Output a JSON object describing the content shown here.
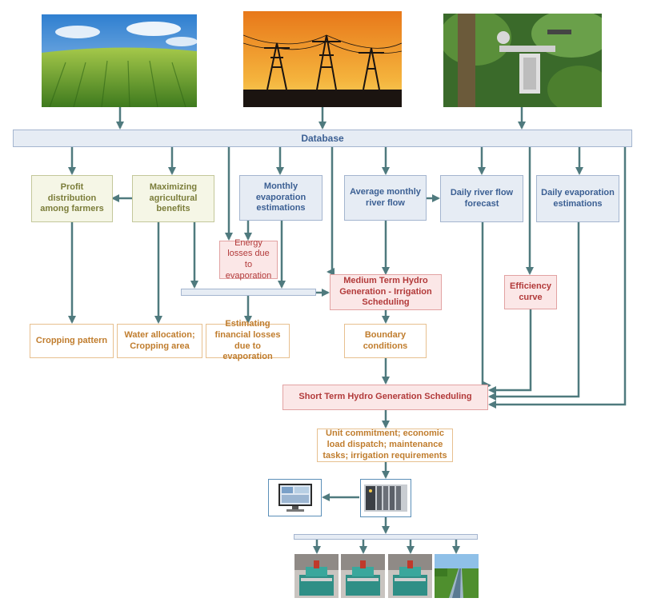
{
  "database": "Database",
  "nodes": {
    "profit": "Profit distribution among farmers",
    "maximizing": "Maximizing agricultural benefits",
    "monthly_evap": "Monthly evaporation estimations",
    "avg_monthly_flow": "Average monthly river flow",
    "daily_flow_forecast": "Daily river flow forecast",
    "daily_evap": "Daily evaporation estimations",
    "energy_losses": "Energy losses due to evaporation",
    "medium_term": "Medium Term Hydro Generation - Irrigation Scheduling",
    "efficiency": "Efficiency curve",
    "cropping_pattern": "Cropping pattern",
    "water_allocation": "Water allocation; Cropping area",
    "financial_losses": "Estimating financial losses due to evaporation",
    "boundary": "Boundary conditions",
    "short_term": "Short Term Hydro Generation Scheduling",
    "unit_commitment": "Unit commitment; economic load dispatch; maintenance tasks; irrigation requirements"
  },
  "colors": {
    "arrow": "#4f7a7e",
    "green_fill": "#f5f6e6",
    "blue_fill": "#e6ecf4",
    "pink_fill": "#fbe7e7",
    "orange_border": "#e7c08f"
  },
  "images": [
    "corn-field-photo",
    "power-lines-photo",
    "weather-station-photo",
    "computer-monitor-icon",
    "controller-rack-icon",
    "turbine-generator-photo",
    "turbine-generator-photo",
    "turbine-generator-photo",
    "irrigation-canal-photo"
  ]
}
